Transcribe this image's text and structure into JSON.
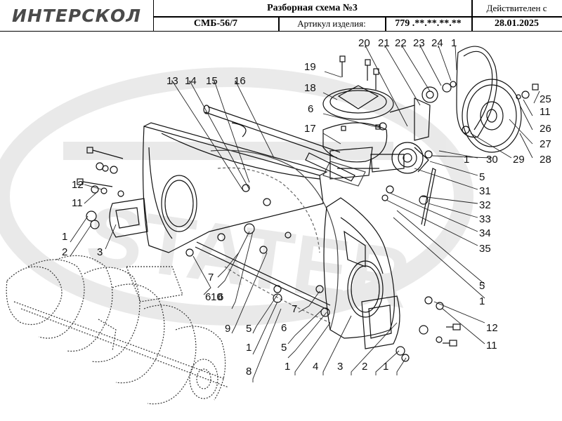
{
  "header": {
    "logo_text": "ИНТЕРСКОЛ",
    "title": "Разборная схема №3",
    "valid_from_label": "Действителен с",
    "model": "СМБ-56/7",
    "article_label": "Артикул изделия:",
    "article_value": "779 .**.**.**.**",
    "date": "28.01.2025"
  },
  "watermark_text": "STATER",
  "callouts": [
    {
      "id": "c19",
      "label": "19"
    },
    {
      "id": "c18",
      "label": "18"
    },
    {
      "id": "c6a",
      "label": "6"
    },
    {
      "id": "c17",
      "label": "17"
    },
    {
      "id": "c20",
      "label": "20"
    },
    {
      "id": "c21",
      "label": "21"
    },
    {
      "id": "c22",
      "label": "22"
    },
    {
      "id": "c23",
      "label": "23"
    },
    {
      "id": "c24",
      "label": "24"
    },
    {
      "id": "c1a",
      "label": "1"
    },
    {
      "id": "c25",
      "label": "25"
    },
    {
      "id": "c11a",
      "label": "11"
    },
    {
      "id": "c26",
      "label": "26"
    },
    {
      "id": "c27",
      "label": "27"
    },
    {
      "id": "c28",
      "label": "28"
    },
    {
      "id": "c29",
      "label": "29"
    },
    {
      "id": "c30",
      "label": "30"
    },
    {
      "id": "c1b",
      "label": "1"
    },
    {
      "id": "c5a",
      "label": "5"
    },
    {
      "id": "c31",
      "label": "31"
    },
    {
      "id": "c32",
      "label": "32"
    },
    {
      "id": "c33",
      "label": "33"
    },
    {
      "id": "c34",
      "label": "34"
    },
    {
      "id": "c35",
      "label": "35"
    },
    {
      "id": "c5b",
      "label": "5"
    },
    {
      "id": "c1c",
      "label": "1"
    },
    {
      "id": "c12a",
      "label": "12"
    },
    {
      "id": "c11b",
      "label": "11"
    },
    {
      "id": "c3a",
      "label": "3"
    },
    {
      "id": "c2a",
      "label": "2"
    },
    {
      "id": "c1d",
      "label": "1"
    },
    {
      "id": "c4",
      "label": "4"
    },
    {
      "id": "c1e",
      "label": "1"
    },
    {
      "id": "c5c",
      "label": "5"
    },
    {
      "id": "c6b",
      "label": "6"
    },
    {
      "id": "c7a",
      "label": "7"
    },
    {
      "id": "c8",
      "label": "8"
    },
    {
      "id": "c1f",
      "label": "1"
    },
    {
      "id": "c5d",
      "label": "5"
    },
    {
      "id": "c9",
      "label": "9"
    },
    {
      "id": "c6c",
      "label": "6"
    },
    {
      "id": "c10",
      "label": "10"
    },
    {
      "id": "c6d",
      "label": "6"
    },
    {
      "id": "c7b",
      "label": "7"
    },
    {
      "id": "c13",
      "label": "13"
    },
    {
      "id": "c14",
      "label": "14"
    },
    {
      "id": "c15",
      "label": "15"
    },
    {
      "id": "c16",
      "label": "16"
    },
    {
      "id": "c12b",
      "label": "12"
    },
    {
      "id": "c11c",
      "label": "11"
    },
    {
      "id": "c1g",
      "label": "1"
    },
    {
      "id": "c2b",
      "label": "2"
    },
    {
      "id": "c3b",
      "label": "3"
    }
  ]
}
